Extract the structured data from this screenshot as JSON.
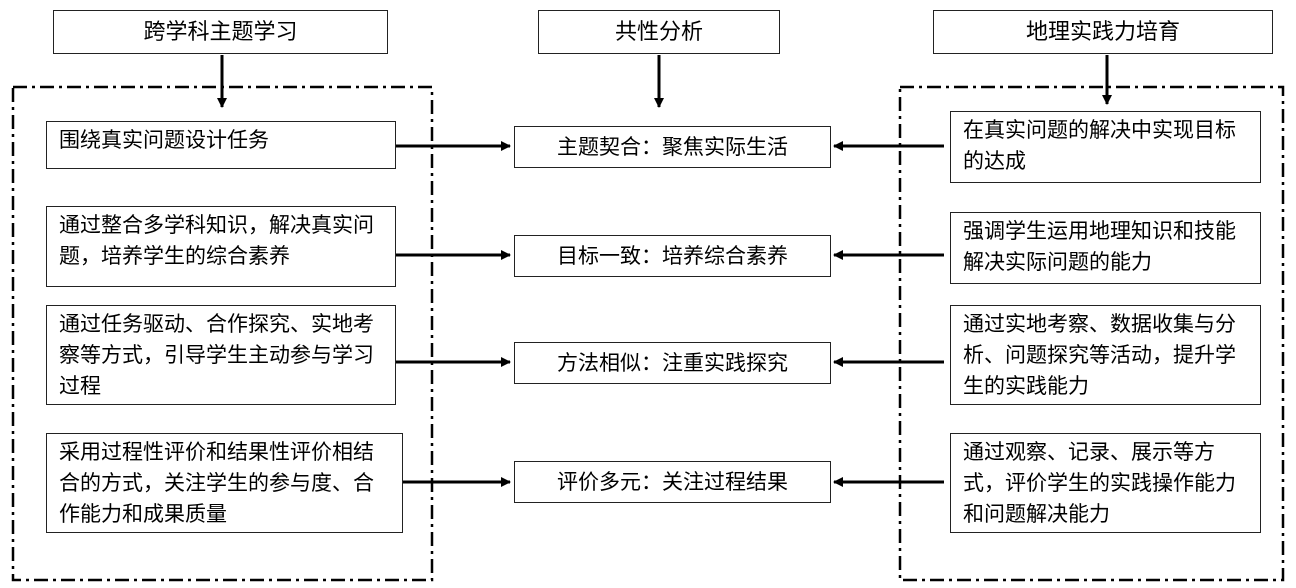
{
  "headers": {
    "left": "跨学科主题学习",
    "center": "共性分析",
    "right": "地理实践力培育"
  },
  "rows": [
    {
      "left": "围绕真实问题设计任务",
      "center": "主题契合：聚焦实际生活",
      "right": "在真实问题的解决中实现目标的达成"
    },
    {
      "left": "通过整合多学科知识，解决真实问题，培养学生的综合素养",
      "center": "目标一致：培养综合素养",
      "right": "强调学生运用地理知识和技能解决实际问题的能力"
    },
    {
      "left": "通过任务驱动、合作探究、实地考察等方式，引导学生主动参与学习过程",
      "center": "方法相似：注重实践探究",
      "right": "通过实地考察、数据收集与分析、问题探究等活动，提升学生的实践能力"
    },
    {
      "left": "采用过程性评价和结果性评价相结合的方式，关注学生的参与度、合作能力和成果质量",
      "center": "评价多元：关注过程结果",
      "right": "通过观察、记录、展示等方式，评价学生的实践操作能力和问题解决能力"
    }
  ],
  "colors": {
    "border": "#222222",
    "arrow": "#000000",
    "background": "#ffffff"
  }
}
